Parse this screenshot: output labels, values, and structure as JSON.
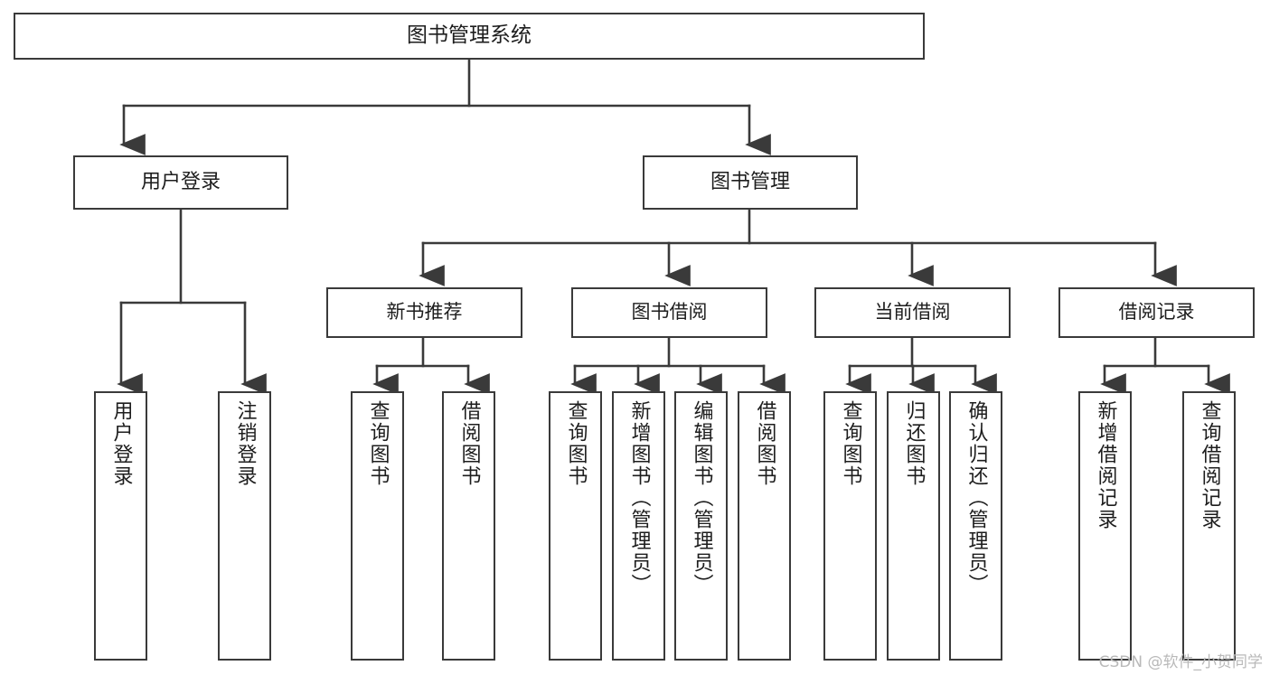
{
  "diagram": {
    "title": "图书管理系统",
    "type": "tree",
    "root": {
      "label": "图书管理系统"
    },
    "level1": [
      {
        "label": "用户登录"
      },
      {
        "label": "图书管理"
      }
    ],
    "level2": [
      {
        "label": "新书推荐",
        "parent": "图书管理"
      },
      {
        "label": "图书借阅",
        "parent": "图书管理"
      },
      {
        "label": "当前借阅",
        "parent": "图书管理"
      },
      {
        "label": "借阅记录",
        "parent": "图书管理"
      }
    ],
    "leaves": {
      "user_login": [
        {
          "label": "用户登录"
        },
        {
          "label": "注销登录"
        }
      ],
      "new_book_recommend": [
        {
          "label": "查询图书"
        },
        {
          "label": "借阅图书"
        }
      ],
      "book_borrow": [
        {
          "label": "查询图书"
        },
        {
          "label": "新增图书（管理员）"
        },
        {
          "label": "编辑图书（管理员）"
        },
        {
          "label": "借阅图书"
        }
      ],
      "current_borrow": [
        {
          "label": "查询图书"
        },
        {
          "label": "归还图书"
        },
        {
          "label": "确认归还（管理员）"
        }
      ],
      "borrow_record": [
        {
          "label": "新增借阅记录"
        },
        {
          "label": "查询借阅记录"
        }
      ]
    }
  },
  "watermark": {
    "text": "CSDN @软件_小贺同学"
  },
  "colors": {
    "border": "#3a3a3a",
    "line": "#3a3a3a",
    "background": "#ffffff",
    "text": "#1d1d1d",
    "watermark": "#b9b9b9"
  }
}
